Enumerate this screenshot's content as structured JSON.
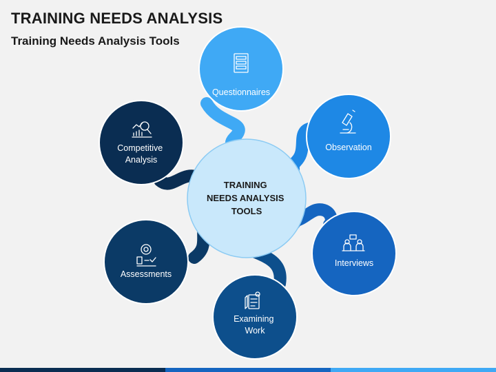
{
  "header": {
    "title": "TRAINING NEEDS ANALYSIS",
    "subtitle": "Training Needs Analysis Tools"
  },
  "center": {
    "lines": [
      "TRAINING",
      "NEEDS ANALYSIS",
      "TOOLS"
    ],
    "color": "#c9e8fb"
  },
  "nodes": [
    {
      "id": "questionnaires",
      "lines": [
        "Questionnaires"
      ],
      "icon": "questionnaire-icon",
      "color": "#3fa9f5"
    },
    {
      "id": "observation",
      "lines": [
        "Observation"
      ],
      "icon": "microscope-icon",
      "color": "#1e88e5"
    },
    {
      "id": "interviews",
      "lines": [
        "Interviews"
      ],
      "icon": "interview-icon",
      "color": "#1565c0"
    },
    {
      "id": "examining-work",
      "lines": [
        "Examining",
        "Work"
      ],
      "icon": "document-pen-icon",
      "color": "#0d4f8c"
    },
    {
      "id": "assessments",
      "lines": [
        "Assessments"
      ],
      "icon": "assessment-icon",
      "color": "#0b3a66"
    },
    {
      "id": "competitive-analysis",
      "lines": [
        "Competitive",
        "Analysis"
      ],
      "icon": "analysis-icon",
      "color": "#0a2d52"
    }
  ],
  "footer": {
    "colors": [
      "#0a2d52",
      "#1565c0",
      "#3fa9f5"
    ]
  }
}
